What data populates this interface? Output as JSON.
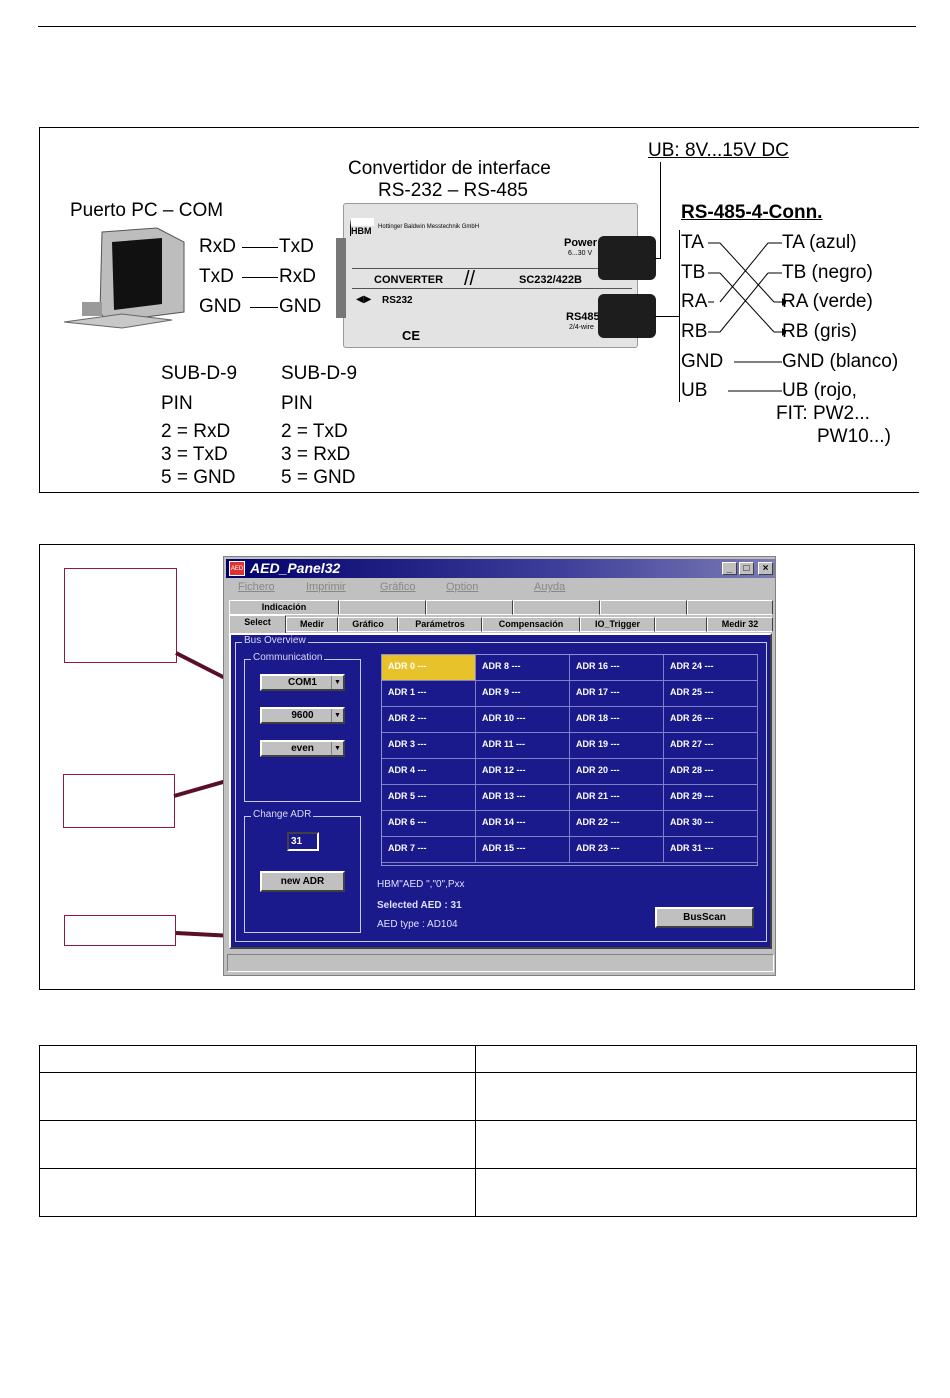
{
  "diagram": {
    "converter_title_1": "Convertidor de interface",
    "converter_title_2": "RS-232 – RS-485",
    "supply": "UB: 8V...15V DC",
    "pc_port": "Puerto PC – COM",
    "pc_left": [
      "RxD",
      "TxD",
      "GND"
    ],
    "pc_right": [
      "TxD",
      "RxD",
      "GND"
    ],
    "sub_left": [
      "SUB-D-9",
      "PIN",
      "2 = RxD",
      "3 = TxD",
      "5 = GND"
    ],
    "sub_right": [
      "SUB-D-9",
      "PIN",
      "2 = TxD",
      "3 = RxD",
      "5 = GND"
    ],
    "conn_title": "RS-485-4-Conn.",
    "conn_left": [
      "TA",
      "TB",
      "RA",
      "RB",
      "GND",
      "UB"
    ],
    "conn_right": [
      "TA (azul)",
      "TB (negro)",
      "RA (verde)",
      "RB (gris)",
      "GND (blanco)",
      "UB (rojo,"
    ],
    "fit_1": "FIT: PW2...",
    "fit_2": "PW10...)",
    "device": {
      "logo": "HBM",
      "maker": "Hottinger Baldwin Messtechnik GmbH",
      "power": "Power",
      "power_range": "6...30 V",
      "converter": "CONVERTER",
      "model": "SC232/422B",
      "rs232": "RS232",
      "rs485": "RS485",
      "wire": "2/4-wire",
      "ce": "CE"
    }
  },
  "app": {
    "icon": "AED",
    "title": "AED_Panel32",
    "menu": [
      "Fichero",
      "Imprimir",
      "Gráfico",
      "Option",
      "Auyda"
    ],
    "tabs_row1": [
      "Indicación",
      "",
      "",
      "",
      "",
      ""
    ],
    "tabs_row2": [
      "Select",
      "Medir",
      "Gráfico",
      "Parámetros",
      "Compensación",
      "IO_Trigger",
      "",
      "Medir 32"
    ],
    "bus_overview": "Bus Overview",
    "communication": "Communication",
    "port": "COM1",
    "baud": "9600",
    "parity": "even",
    "change_adr": "Change ADR",
    "adr_value": "31",
    "new_adr": "new ADR",
    "cells": [
      [
        "ADR 0  ---",
        "ADR 8  ---",
        "ADR 16  ---",
        "ADR 24  ---"
      ],
      [
        "ADR 1  ---",
        "ADR 9  ---",
        "ADR 17  ---",
        "ADR 25  ---"
      ],
      [
        "ADR 2  ---",
        "ADR 10  ---",
        "ADR 18  ---",
        "ADR 26  ---"
      ],
      [
        "ADR 3  ---",
        "ADR 11  ---",
        "ADR 19  ---",
        "ADR 27  ---"
      ],
      [
        "ADR 4  ---",
        "ADR 12  ---",
        "ADR 20  ---",
        "ADR 28  ---"
      ],
      [
        "ADR 5  ---",
        "ADR 13  ---",
        "ADR 21  ---",
        "ADR 29  ---"
      ],
      [
        "ADR 6  ---",
        "ADR 14  ---",
        "ADR 22  ---",
        "ADR 30  ---"
      ],
      [
        "ADR 7  ---",
        "ADR 15  ---",
        "ADR 23  ---",
        "ADR 31  ---"
      ]
    ],
    "cmd": "HBM\"AED \",\"0\",Pxx",
    "selected": "Selected AED : 31",
    "aed_type": "AED type : AD104",
    "busscan": "BusScan"
  },
  "table": {
    "rows": [
      [
        "",
        ""
      ],
      [
        "",
        ""
      ],
      [
        "",
        ""
      ],
      [
        "",
        ""
      ]
    ]
  }
}
